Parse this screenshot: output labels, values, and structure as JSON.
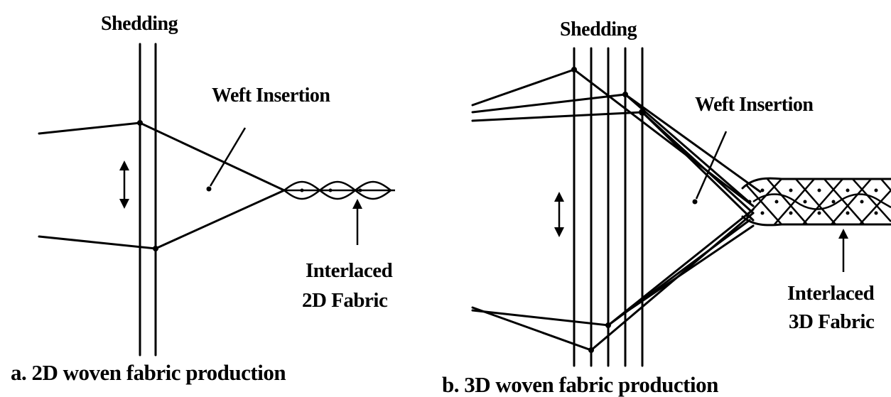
{
  "panel_a": {
    "shedding_label": "Shedding",
    "weft_label": "Weft Insertion",
    "fabric_label_line1": "Interlaced",
    "fabric_label_line2": "2D Fabric",
    "caption": "a. 2D woven fabric production"
  },
  "panel_b": {
    "shedding_label": "Shedding",
    "weft_label": "Weft Insertion",
    "fabric_label_line1": "Interlaced",
    "fabric_label_line2": "3D Fabric",
    "caption": "b. 3D woven fabric production"
  }
}
